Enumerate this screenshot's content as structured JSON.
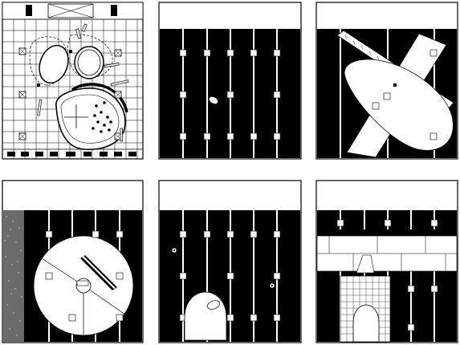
{
  "figure": {
    "background": "#ffffff",
    "ink": "#000000",
    "paper": "#ffffff",
    "panels": [
      {
        "id": "panel-1",
        "fill": "grid-plan"
      },
      {
        "id": "panel-2",
        "fill": "dark-columns"
      },
      {
        "id": "panel-3",
        "fill": "dark-cross-shape"
      },
      {
        "id": "panel-4",
        "fill": "dark-circle"
      },
      {
        "id": "panel-5",
        "fill": "dark-arch"
      },
      {
        "id": "panel-6",
        "fill": "dark-bands-arch"
      }
    ]
  }
}
